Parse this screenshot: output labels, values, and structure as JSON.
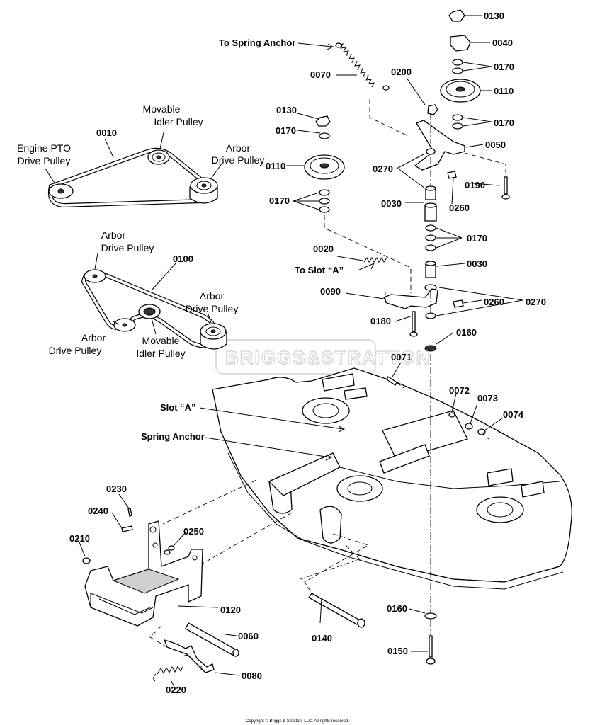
{
  "labels": {
    "n0010": "0010",
    "n0020": "0020",
    "n0030a": "0030",
    "n0030b": "0030",
    "n0040": "0040",
    "n0050": "0050",
    "n0060": "0060",
    "n0070": "0070",
    "n0071": "0071",
    "n0072": "0072",
    "n0073": "0073",
    "n0074": "0074",
    "n0080": "0080",
    "n0090": "0090",
    "n0100": "0100",
    "n0110a": "0110",
    "n0110b": "0110",
    "n0120": "0120",
    "n0130a": "0130",
    "n0130b": "0130",
    "n0140": "0140",
    "n0150": "0150",
    "n0160a": "0160",
    "n0160b": "0160",
    "n0170a": "0170",
    "n0170b": "0170",
    "n0170c": "0170",
    "n0170d": "0170",
    "n0170e": "0170",
    "n0180": "0180",
    "n0190": "0190",
    "n0200": "0200",
    "n0210": "0210",
    "n0220": "0220",
    "n0230": "0230",
    "n0240": "0240",
    "n0250": "0250",
    "n0260a": "0260",
    "n0260b": "0260",
    "n0270a": "0270",
    "n0270b": "0270"
  },
  "notes": {
    "to_spring_anchor": "To Spring Anchor",
    "to_slot_a": "To Slot “A”",
    "slot_a": "Slot “A”",
    "spring_anchor": "Spring Anchor"
  },
  "captions": {
    "engine_pto_1": "Engine PTO",
    "engine_pto_2": "Drive Pulley",
    "movable_idler_top_1": "Movable",
    "movable_idler_top_2": "Idler Pulley",
    "arbor_top_right_1": "Arbor",
    "arbor_top_right_2": "Drive Pulley",
    "arbor_left_1": "Arbor",
    "arbor_left_2": "Drive Pulley",
    "arbor_right_1": "Arbor",
    "arbor_right_2": "Drive Pulley",
    "arbor_bottom_1": "Arbor",
    "arbor_bottom_2": "Drive Pulley",
    "movable_idler_bottom_1": "Movable",
    "movable_idler_bottom_2": "Idler Pulley"
  },
  "watermark": "BRIGGS&STRATTON",
  "copyright": "Copyright © Briggs & Stratton, LLC. All rights reserved."
}
